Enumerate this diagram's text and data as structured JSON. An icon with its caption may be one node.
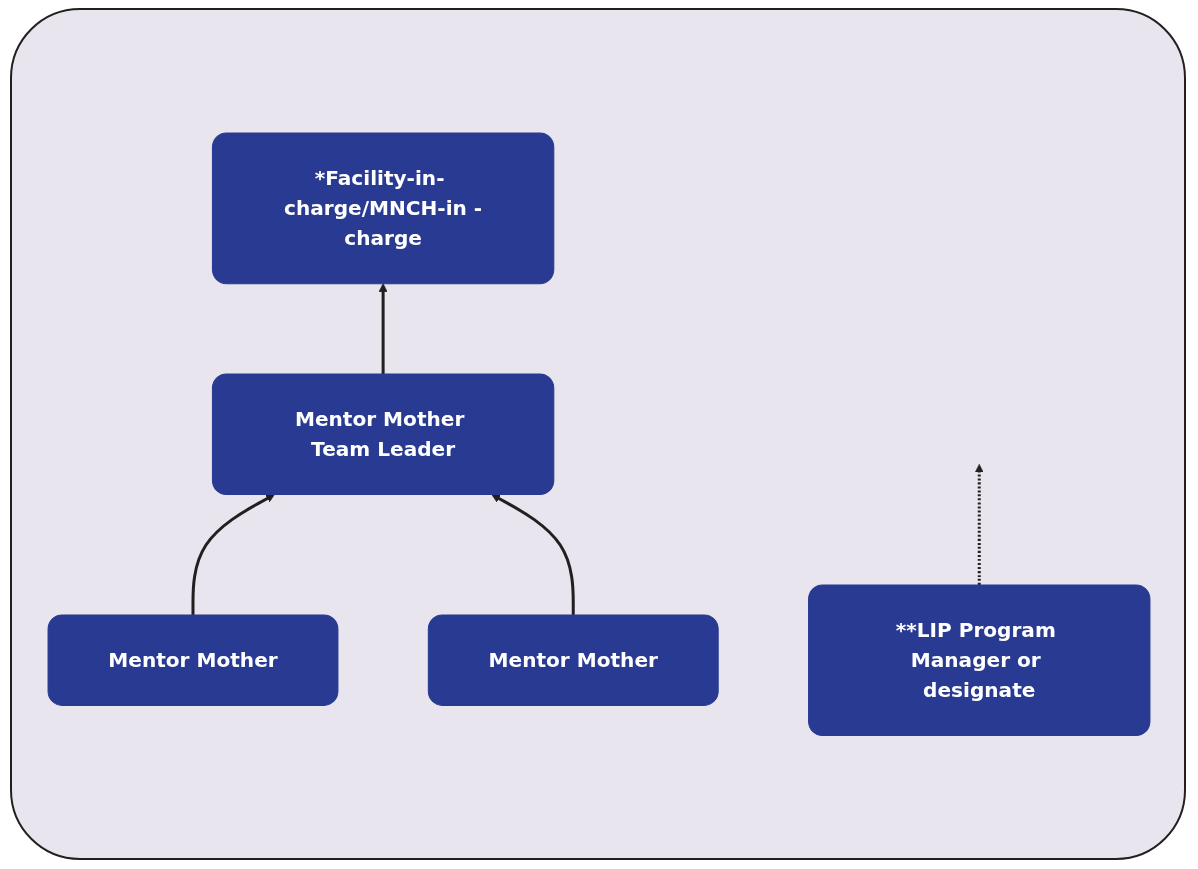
{
  "diagram": {
    "nodes": [
      {
        "text": [
          "*Facility-in- charge/MNCH-in -charge"
        ]
      },
      {
        "text": [
          "**LIP Program Manager or designate"
        ]
      },
      {
        "text": [
          "Mentor Mother Team Leader"
        ]
      },
      {
        "text": [
          "Mentor Mother"
        ]
      },
      {
        "text": [
          "Mentor Mother"
        ]
      }
    ],
    "edges": [
      {
        "from": 2,
        "to": 0,
        "arrow": "to"
      },
      {
        "from": 1,
        "to": null,
        "arrow": "to",
        "style": "dashed"
      },
      {
        "from": 3,
        "to": 2,
        "arrow": "to"
      },
      {
        "from": 4,
        "to": 2,
        "arrow": "to"
      }
    ]
  }
}
